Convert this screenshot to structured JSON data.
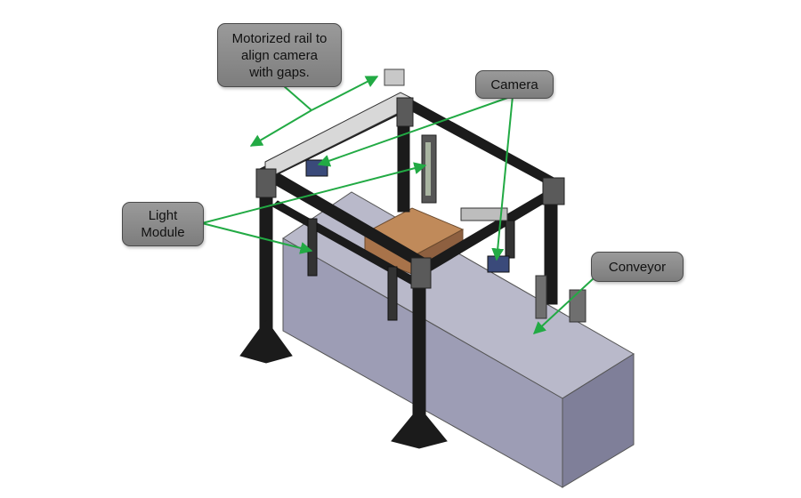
{
  "callouts": {
    "rail": "Motorized rail to\nalign camera\nwith gaps.",
    "camera": "Camera",
    "light_module": "Light\nModule",
    "conveyor": "Conveyor"
  },
  "colors": {
    "frame": "#1b1b1b",
    "conveyor_front": "#9c9cb4",
    "conveyor_top": "#b8b8c8",
    "conveyor_side": "#7e7e98",
    "box": "#b07c52",
    "arrow": "#22aa44",
    "callout_fill": "#8c8c8c"
  }
}
